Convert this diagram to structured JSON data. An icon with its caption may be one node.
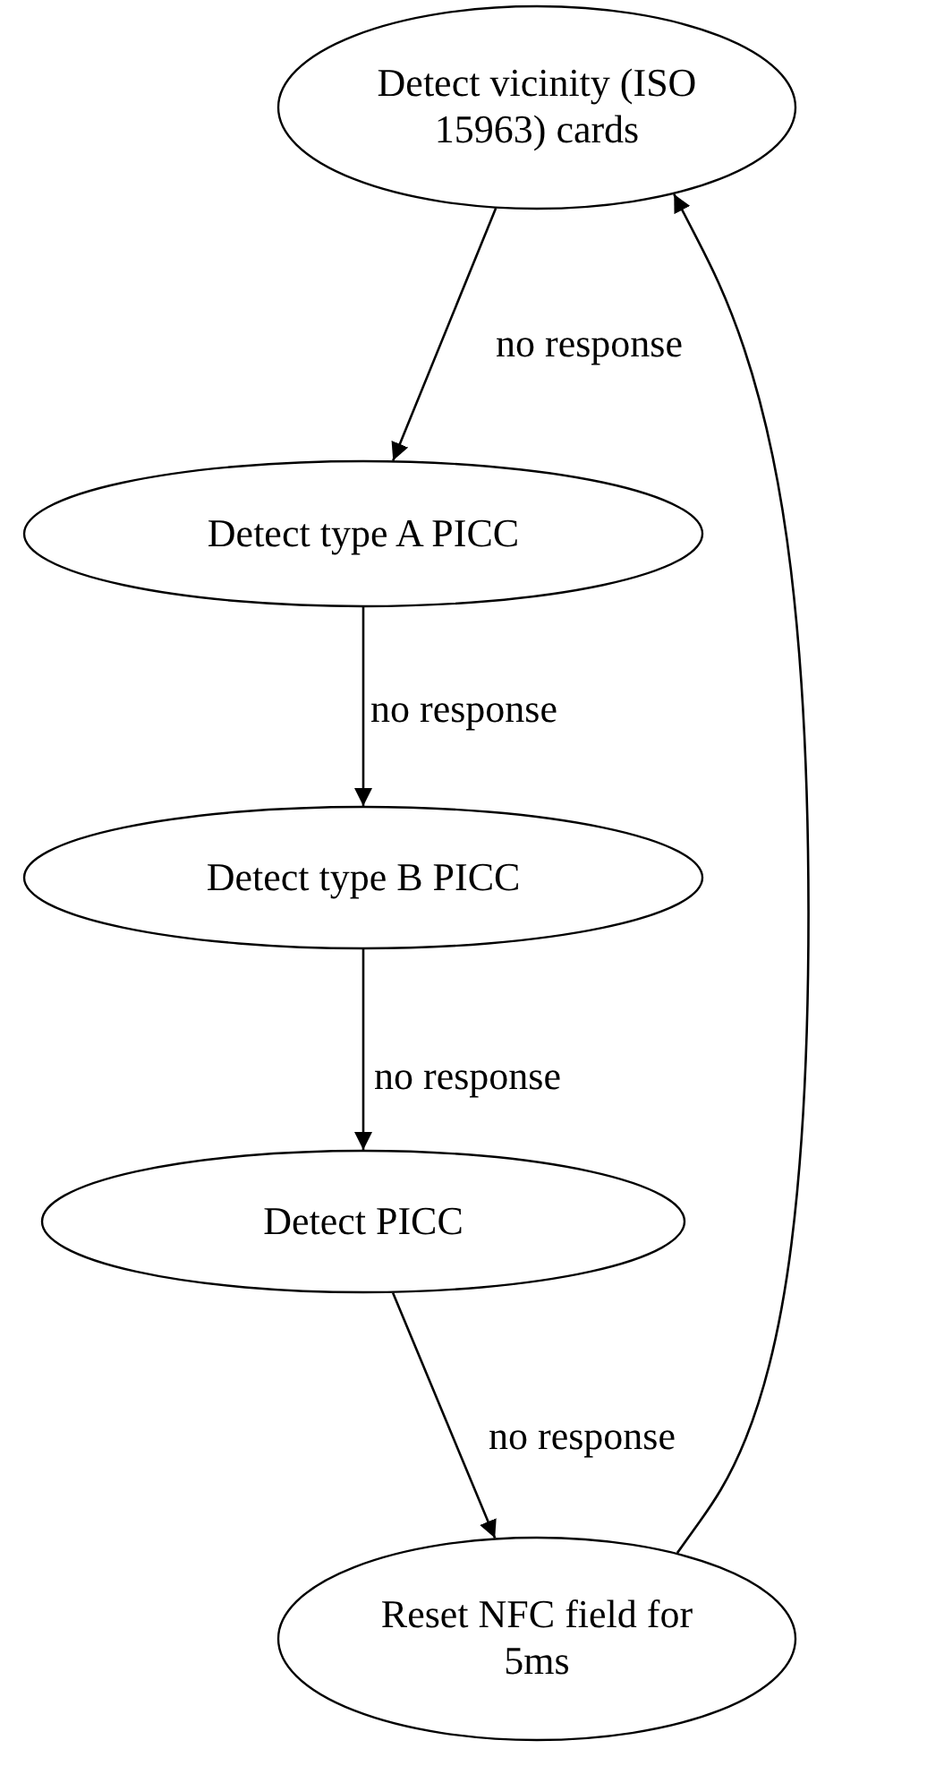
{
  "diagram": {
    "nodes": [
      {
        "text": [
          "Detect vicinity (ISO 15963) cards"
        ]
      },
      {
        "text": [
          "Detect type A PICC"
        ]
      },
      {
        "text": [
          "Detect type B PICC"
        ]
      },
      {
        "text": [
          "Detect PICC"
        ]
      },
      {
        "text": [
          "Reset NFC field for 5ms"
        ]
      }
    ],
    "edges": [
      {
        "from": 0,
        "to": 1,
        "arrow": "to",
        "label": "no response"
      },
      {
        "from": 1,
        "to": 2,
        "arrow": "to",
        "label": "no response"
      },
      {
        "from": 2,
        "to": 3,
        "arrow": "to",
        "label": "no response"
      },
      {
        "from": 3,
        "to": 4,
        "arrow": "to",
        "label": "no response"
      },
      {
        "from": 4,
        "to": 0,
        "arrow": "to"
      }
    ]
  }
}
